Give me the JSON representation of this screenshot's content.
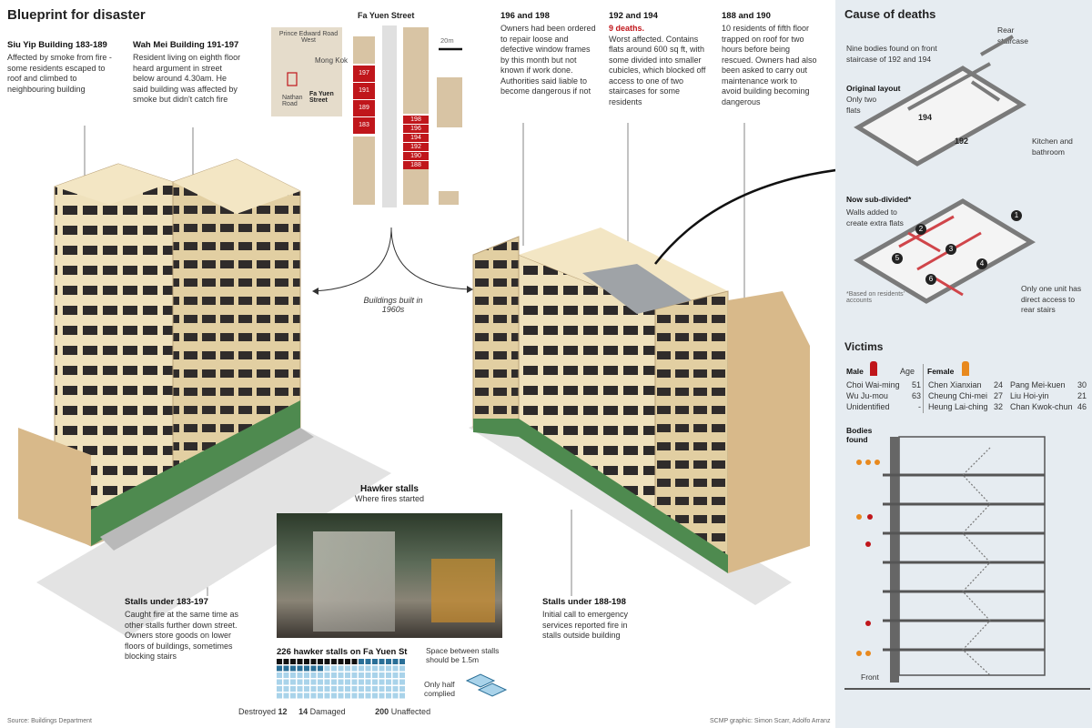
{
  "title": "Blueprint for disaster",
  "siu_yip": {
    "heading": "Siu Yip Building 183-189",
    "text": "Affected by smoke from fire - some residents escaped to roof and climbed to neighbouring building"
  },
  "wah_mei": {
    "heading": "Wah Mei Building 191-197",
    "text": "Resident living on eighth floor heard argument in street below around 4.30am. He said building was affected by smoke but didn't catch fire"
  },
  "map": {
    "street": "Fa Yuen Street",
    "scale": "20m",
    "prince_edward": "Prince Edward Road West",
    "mong_kok": "Mong Kok",
    "nathan": "Nathan Road",
    "fa_yuen": "Fa Yuen Street",
    "left_numbers": [
      "197",
      "191",
      "189",
      "183"
    ],
    "right_numbers": [
      "198",
      "196",
      "194",
      "192",
      "190",
      "188"
    ]
  },
  "built": "Buildings built in 1960s",
  "b196": {
    "heading": "196 and 198",
    "text": "Owners had been ordered to repair loose and defective window frames by this month but not known if work done. Authorities said liable to become dangerous if not"
  },
  "b192": {
    "heading": "192 and 194",
    "deaths": "9 deaths.",
    "text": "Worst affected. Contains flats around 600 sq ft, with some divided into smaller cubicles, which blocked off access to one of two staircases for some residents"
  },
  "b188": {
    "heading": "188 and 190",
    "text": "10 residents of fifth floor trapped on roof for two hours before being rescued. Owners had also been asked to carry out maintenance work to avoid building becoming dangerous"
  },
  "stalls_left": {
    "heading": "Stalls under 183-197",
    "text": "Caught fire at the same time as other stalls further down street. Owners store goods on lower floors of buildings, sometimes blocking stairs"
  },
  "stalls_right": {
    "heading": "Stalls under 188-198",
    "text": "Initial call to emergency services reported fire in stalls outside building"
  },
  "hawker": {
    "heading": "Hawker stalls",
    "sub": "Where fires started",
    "count_label": "226 hawker stalls on Fa Yuen St",
    "space_note": "Space between stalls should be 1.5m",
    "half": "Only half complied",
    "destroyed_label": "Destroyed",
    "destroyed": 12,
    "damaged_label": "Damaged",
    "damaged": 14,
    "unaffected_label": "Unaffected",
    "unaffected": 200
  },
  "source": "Source: Buildings Department",
  "credit": "SCMP graphic: Simon Scarr, Adolfo Arranz",
  "cause": {
    "title": "Cause of deaths",
    "nine_bodies": "Nine bodies found on front staircase of 192 and 194",
    "rear": "Rear staircase",
    "original": "Original layout",
    "only_two": "Only two flats",
    "flat_a": "194",
    "flat_b": "192",
    "kitchen": "Kitchen and bathroom",
    "subdivided": "Now sub-divided*",
    "walls": "Walls added to create extra flats",
    "based": "*Based on residents' accounts",
    "only_one": "Only one unit has direct access to rear stairs",
    "units": [
      "1",
      "2",
      "3",
      "4",
      "5",
      "6"
    ]
  },
  "victims": {
    "title": "Victims",
    "male": "Male",
    "age": "Age",
    "female": "Female",
    "male_list": [
      {
        "name": "Choi Wai-ming",
        "age": "51"
      },
      {
        "name": "Wu Ju-mou",
        "age": "63"
      },
      {
        "name": "Unidentified",
        "age": "-"
      }
    ],
    "female_col1": [
      {
        "name": "Chen Xianxian",
        "age": "24"
      },
      {
        "name": "Cheung Chi-mei",
        "age": "27"
      },
      {
        "name": "Heung Lai-ching",
        "age": "32"
      }
    ],
    "female_col2": [
      {
        "name": "Pang Mei-kuen",
        "age": "30"
      },
      {
        "name": "Liu Hoi-yin",
        "age": "21"
      },
      {
        "name": "Chan Kwok-chun",
        "age": "46"
      }
    ]
  },
  "bodies": {
    "label": "Bodies found",
    "front": "Front"
  },
  "colors": {
    "red": "#c0161b",
    "orange": "#e8891e",
    "cream": "#f3e6c4",
    "tan": "#d8b98a",
    "panel": "#e6ecf1"
  }
}
